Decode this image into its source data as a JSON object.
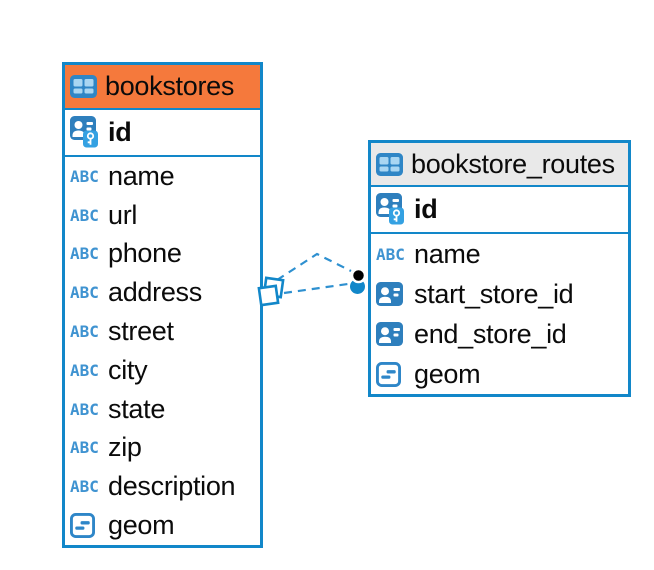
{
  "app": {
    "type": "database-er-diagram"
  },
  "colors": {
    "canvas_bg": "#FFFFFF",
    "table_border": "#1287C9",
    "bookstores_header_bg": "#F5793C",
    "bookstore_routes_header_bg": "#E9E9E9",
    "icon_badge_blue": "#2E7FBD",
    "icon_key_blue": "#34A1E2",
    "icon_abc_blue": "#3F93D1",
    "relation_line_blue": "#2E90D0",
    "relation_dot_black": "#000000",
    "text_color": "#0B0B0B"
  },
  "glyphs": {
    "abc": "ABC"
  },
  "icons": {
    "table": "table-grid-icon",
    "primary_key": "id-badge-key-icon",
    "foreign_key": "id-badge-icon",
    "text_type": "abc-type-icon",
    "geometry_type": "geometry-type-icon"
  },
  "tables": [
    {
      "name": "bookstores",
      "header_color": "#F5793C",
      "primary_key": {
        "label": "id"
      },
      "columns": [
        {
          "label": "name",
          "type": "text"
        },
        {
          "label": "url",
          "type": "text"
        },
        {
          "label": "phone",
          "type": "text"
        },
        {
          "label": "address",
          "type": "text"
        },
        {
          "label": "street",
          "type": "text"
        },
        {
          "label": "city",
          "type": "text"
        },
        {
          "label": "state",
          "type": "text"
        },
        {
          "label": "zip",
          "type": "text"
        },
        {
          "label": "description",
          "type": "text"
        },
        {
          "label": "geom",
          "type": "geometry"
        }
      ]
    },
    {
      "name": "bookstore_routes",
      "header_color": "#E9E9E9",
      "primary_key": {
        "label": "id"
      },
      "columns": [
        {
          "label": "name",
          "type": "text"
        },
        {
          "label": "start_store_id",
          "type": "foreign-key"
        },
        {
          "label": "end_store_id",
          "type": "foreign-key"
        },
        {
          "label": "geom",
          "type": "geometry"
        }
      ]
    }
  ],
  "relationships": [
    {
      "from_table": "bookstores",
      "to_table": "bookstore_routes",
      "style": "dashed"
    },
    {
      "from_table": "bookstores",
      "to_table": "bookstore_routes",
      "style": "dashed"
    }
  ]
}
